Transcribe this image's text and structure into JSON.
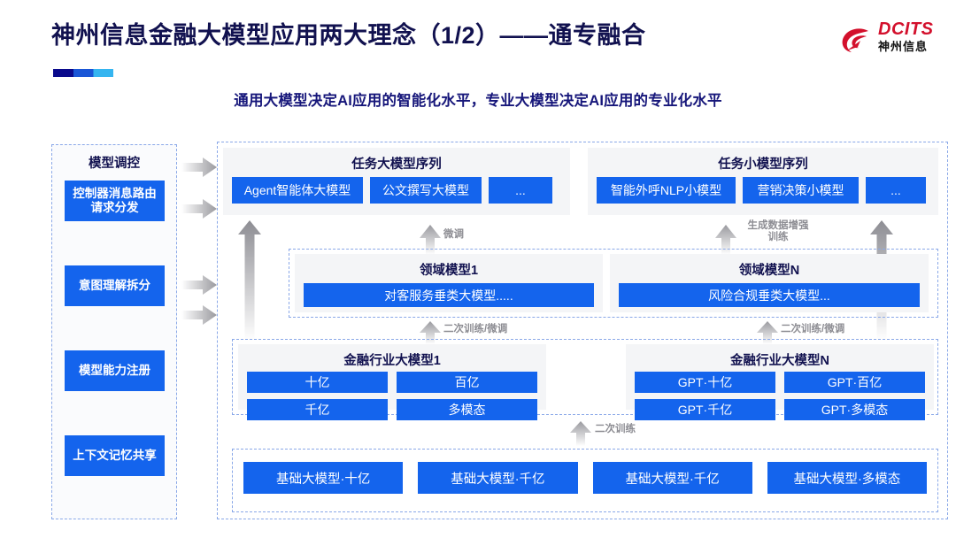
{
  "header": {
    "title": "神州信息金融大模型应用两大理念（1/2）——通专融合",
    "subtitle": "通用大模型决定AI应用的智能化水平，专业大模型决定AI应用的专业化水平",
    "logo_en": "DCITS",
    "logo_cn": "神州信息",
    "accent_dark": "#0a0a8c",
    "accent_mid": "#1a56d6",
    "accent_light": "#35b5f0",
    "brand_red": "#d3102c",
    "box_blue": "#1464ed",
    "title_navy": "#11114f"
  },
  "left_panel": {
    "title": "模型调控",
    "items": [
      {
        "label": "控制器消息路由请求分发"
      },
      {
        "label": "意图理解拆分"
      },
      {
        "label": "模型能力注册"
      },
      {
        "label": "上下文记忆共享"
      }
    ]
  },
  "side_arrows": [
    {
      "name": "side-arrow-1"
    },
    {
      "name": "side-arrow-2"
    },
    {
      "name": "side-arrow-3"
    },
    {
      "name": "side-arrow-4"
    }
  ],
  "task_layer": {
    "left": {
      "title": "任务大模型序列",
      "cells": [
        "Agent智能体大模型",
        "公文撰写大模型",
        "..."
      ]
    },
    "right": {
      "title": "任务小模型序列",
      "cells": [
        "智能外呼NLP小模型",
        "营销决策小模型",
        "..."
      ]
    }
  },
  "domain_layer": {
    "left": {
      "title": "领域模型1",
      "cells": [
        "对客服务垂类大模型....."
      ]
    },
    "right": {
      "title": "领域模型N",
      "cells": [
        "风险合规垂类大模型..."
      ]
    }
  },
  "industry_layer": {
    "left": {
      "title": "金融行业大模型1",
      "cells": [
        "十亿",
        "百亿",
        "千亿",
        "多模态"
      ]
    },
    "right": {
      "title": "金融行业大模型N",
      "cells": [
        "GPT·十亿",
        "GPT·百亿",
        "GPT·千亿",
        "GPT·多模态"
      ]
    }
  },
  "base_layer": {
    "cells": [
      "基础大模型·十亿",
      "基础大模型·千亿",
      "基础大模型·千亿",
      "基础大模型·多模态"
    ]
  },
  "arrow_labels": {
    "finetune": "微调",
    "gen_data_aug_line1": "生成数据增强",
    "gen_data_aug_line2": "训练",
    "retrain_finetune_left": "二次训练/微调",
    "retrain_finetune_right": "二次训练/微调",
    "retrain": "二次训练"
  }
}
